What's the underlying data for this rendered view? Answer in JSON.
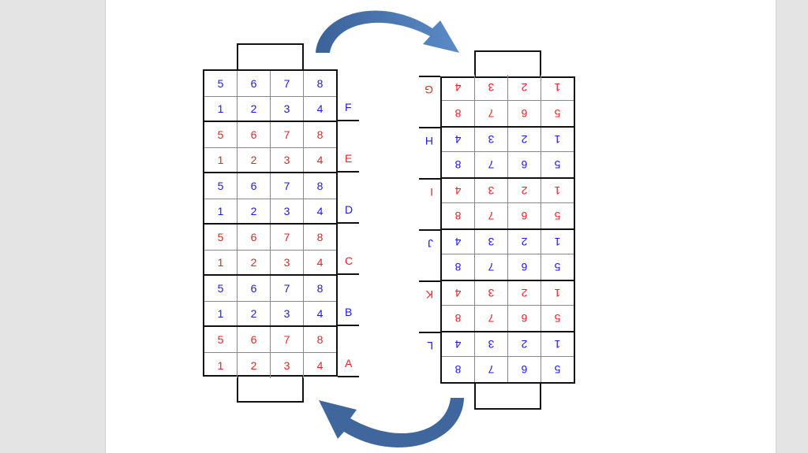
{
  "colors": {
    "blue": "#1a1aee",
    "red": "#ee2222",
    "arrow_dark": "#3a6298",
    "arrow_light": "#5b8bc8"
  },
  "row_top": [
    "5",
    "6",
    "7",
    "8"
  ],
  "row_bottom": [
    "1",
    "2",
    "3",
    "4"
  ],
  "left_grid": {
    "pairs": [
      {
        "label": "F",
        "color": "blue"
      },
      {
        "label": "E",
        "color": "red"
      },
      {
        "label": "D",
        "color": "blue"
      },
      {
        "label": "C",
        "color": "red"
      },
      {
        "label": "B",
        "color": "blue"
      },
      {
        "label": "A",
        "color": "red"
      }
    ]
  },
  "right_grid": {
    "pairs": [
      {
        "label": "L",
        "color": "blue"
      },
      {
        "label": "K",
        "color": "red"
      },
      {
        "label": "J",
        "color": "blue"
      },
      {
        "label": "I",
        "color": "red"
      },
      {
        "label": "H",
        "color": "blue"
      },
      {
        "label": "G",
        "color": "red"
      }
    ]
  }
}
